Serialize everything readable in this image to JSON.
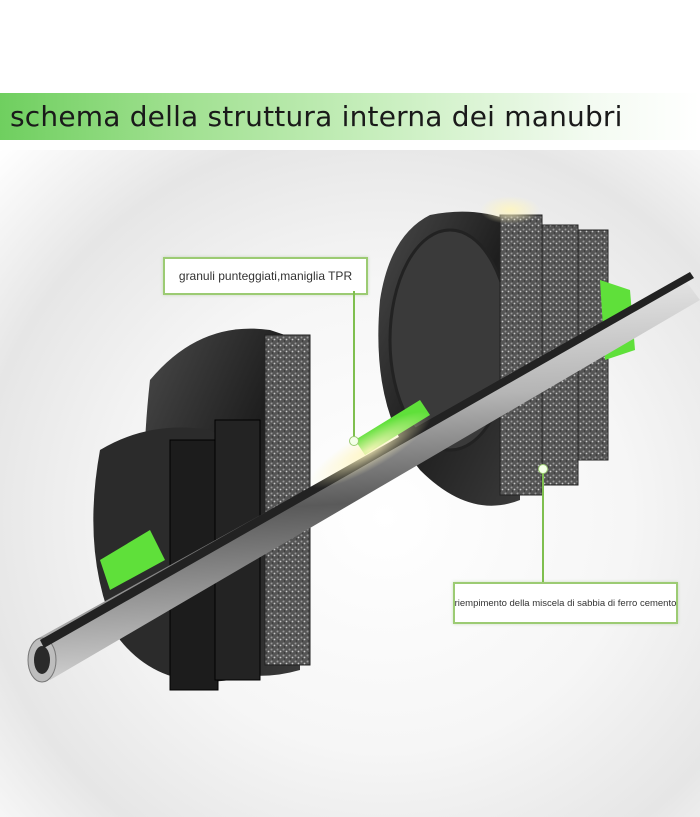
{
  "banner": {
    "title": "schema della struttura interna dei manubri",
    "gradient_start": "#6fcf5f",
    "gradient_end": "#ffffff"
  },
  "callouts": [
    {
      "id": "tpr-handle",
      "label": "granuli punteggiati,maniglia TPR",
      "border_color": "#9ccb73"
    },
    {
      "id": "sand-fill",
      "label": "riempimento della miscela di sabbia di ferro cemento",
      "border_color": "#9ccb73"
    }
  ],
  "illustration": {
    "subject": "dumbbell cutaway",
    "parts": [
      "steel bar",
      "green TPR grip",
      "plates with cement/iron sand filling",
      "green collars"
    ],
    "colors": {
      "bar": "#c9c9c9",
      "grip": "#5fe03a",
      "plate": "#2a2a2a",
      "filling": "#6a6a6a"
    }
  }
}
